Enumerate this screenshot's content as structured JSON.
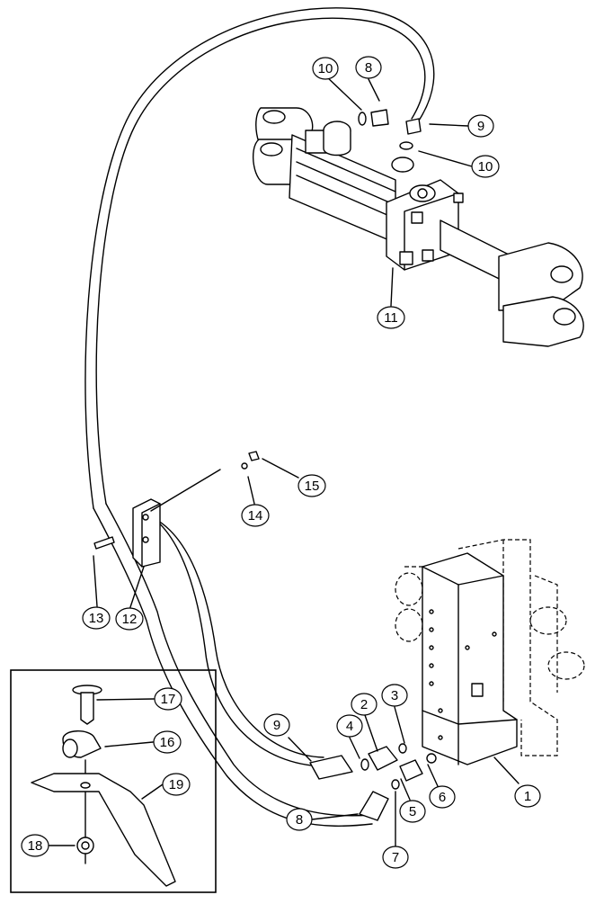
{
  "callouts": [
    {
      "id": "c1",
      "label": "1"
    },
    {
      "id": "c2",
      "label": "2"
    },
    {
      "id": "c3",
      "label": "3"
    },
    {
      "id": "c4",
      "label": "4"
    },
    {
      "id": "c5",
      "label": "5"
    },
    {
      "id": "c6",
      "label": "6"
    },
    {
      "id": "c7",
      "label": "7"
    },
    {
      "id": "c8a",
      "label": "8"
    },
    {
      "id": "c8b",
      "label": "8"
    },
    {
      "id": "c9a",
      "label": "9"
    },
    {
      "id": "c9b",
      "label": "9"
    },
    {
      "id": "c10a",
      "label": "10"
    },
    {
      "id": "c10b",
      "label": "10"
    },
    {
      "id": "c11",
      "label": "11"
    },
    {
      "id": "c12",
      "label": "12"
    },
    {
      "id": "c13",
      "label": "13"
    },
    {
      "id": "c14",
      "label": "14"
    },
    {
      "id": "c15",
      "label": "15"
    },
    {
      "id": "c16",
      "label": "16"
    },
    {
      "id": "c17",
      "label": "17"
    },
    {
      "id": "c18",
      "label": "18"
    },
    {
      "id": "c19",
      "label": "19"
    }
  ]
}
